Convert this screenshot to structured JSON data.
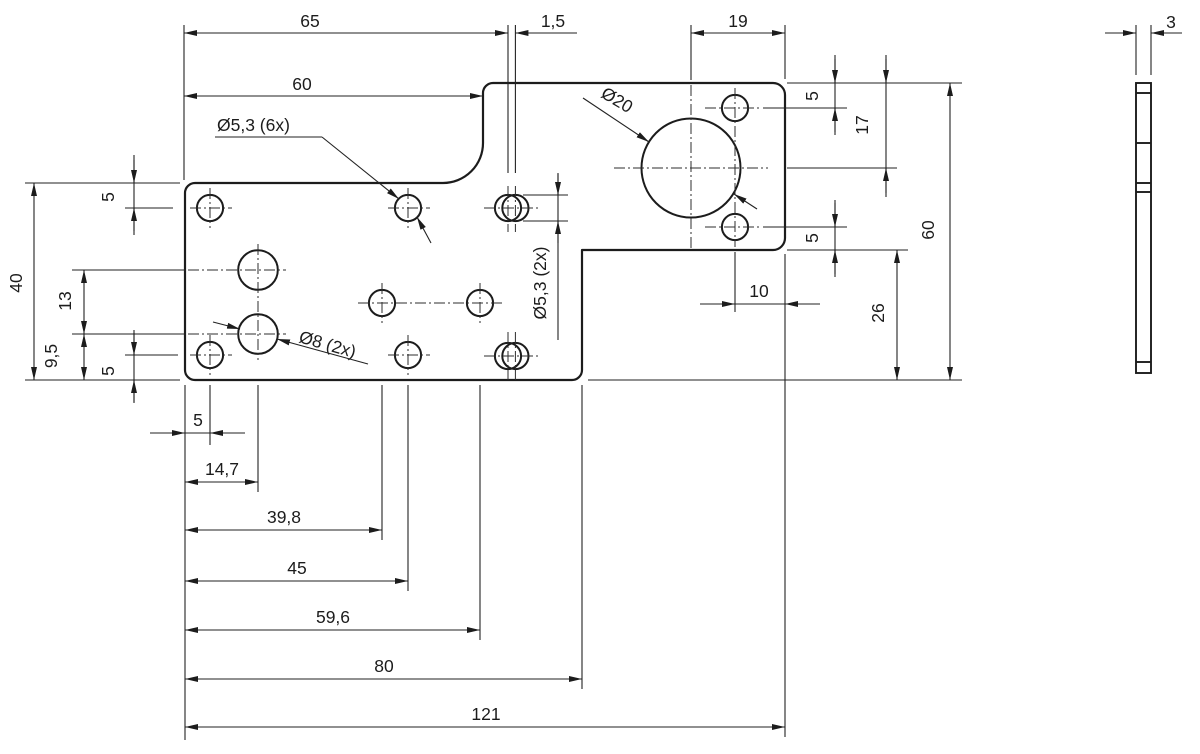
{
  "ink": "#1c1c1c",
  "dims": {
    "d65": "65",
    "d1_5": "1,5",
    "d60_top": "60",
    "d19": "19",
    "d3": "3",
    "d40": "40",
    "d5_top_left": "5",
    "d13": "13",
    "d9_5": "9,5",
    "d5_bottom_left": "5",
    "d5_col": "5",
    "d14_7": "14,7",
    "d39_8": "39,8",
    "d45": "45",
    "d59_6": "59,6",
    "d80": "80",
    "d121": "121",
    "d10": "10",
    "d5_top_right": "5",
    "d17": "17",
    "d5_mid_right": "5",
    "d26": "26",
    "d60_right": "60"
  },
  "callouts": {
    "small_holes": "Ø5,3 (6x)",
    "big_holes": "Ø8 (2x)",
    "pair_holes": "Ø5,3 (2x)",
    "bore": "Ø20"
  }
}
